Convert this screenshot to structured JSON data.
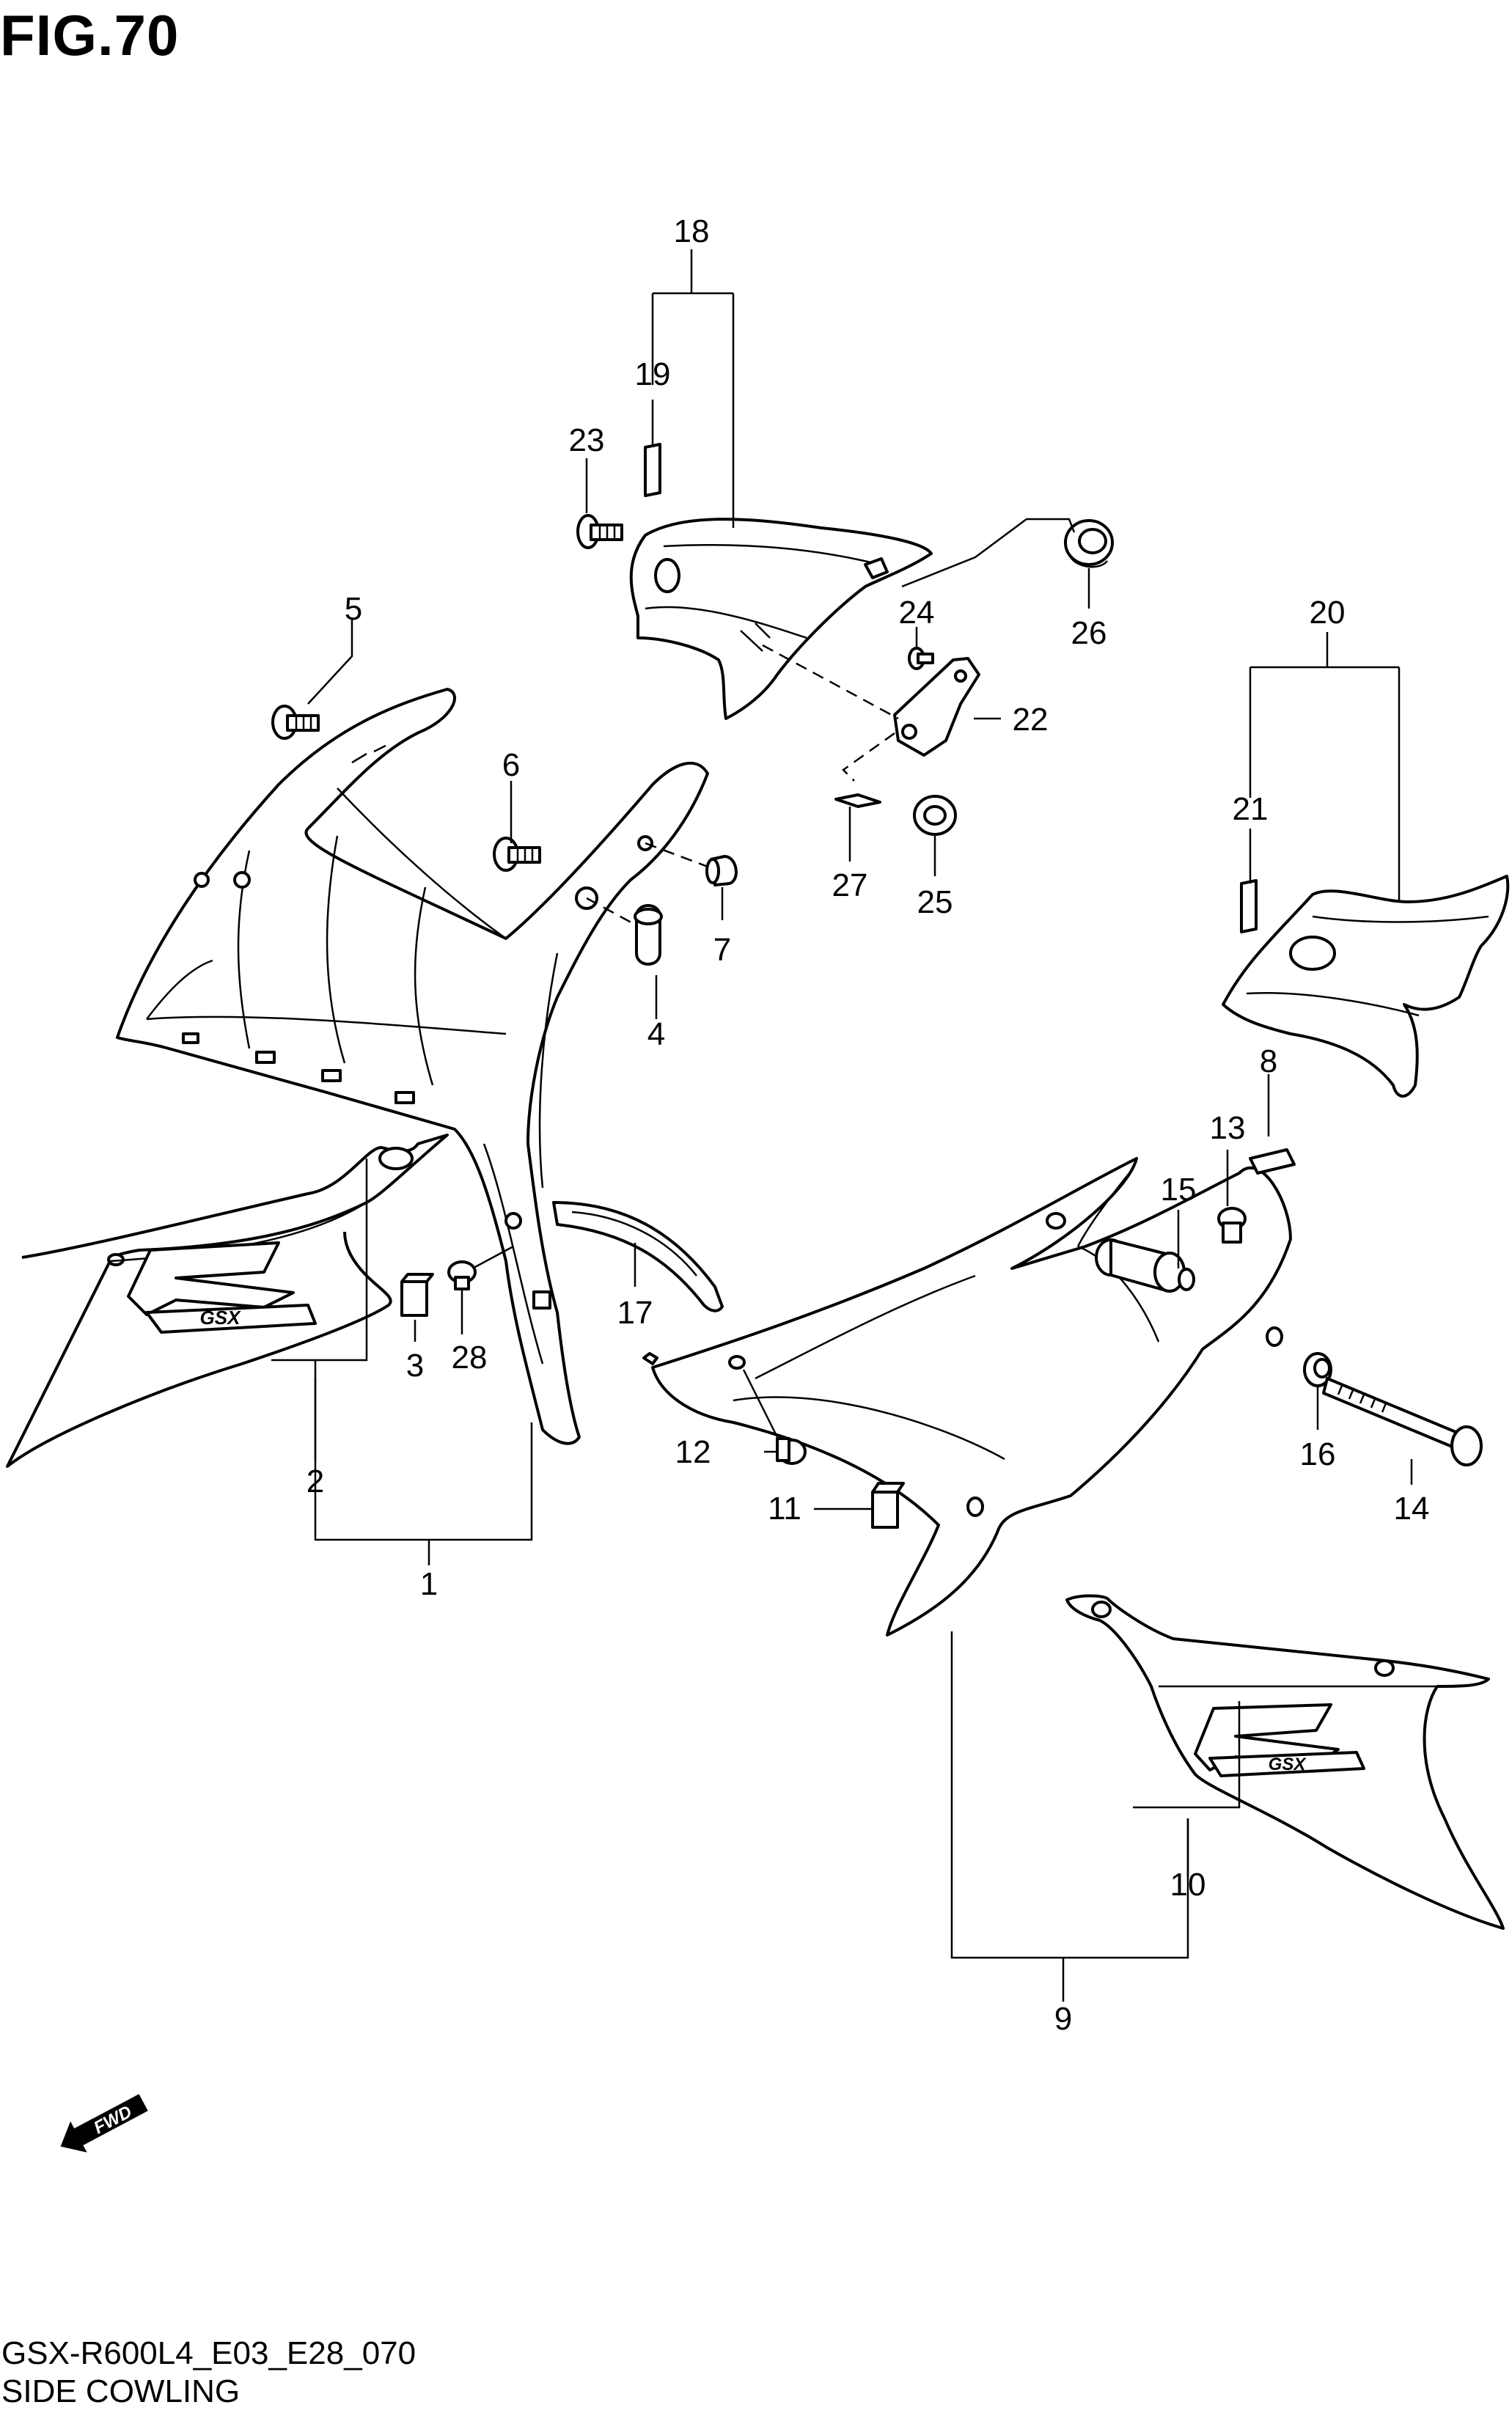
{
  "figure": {
    "title": "FIG.70",
    "code": "GSX-R600L4_E03_E28_070",
    "name": "SIDE COWLING"
  },
  "callouts": [
    "1",
    "2",
    "3",
    "4",
    "5",
    "6",
    "7",
    "8",
    "9",
    "10",
    "11",
    "12",
    "13",
    "14",
    "15",
    "16",
    "17",
    "18",
    "19",
    "20",
    "21",
    "22",
    "23",
    "24",
    "25",
    "26",
    "27",
    "28"
  ],
  "decals": {
    "logo_upper": "R",
    "logo_lower": "GSX"
  },
  "fwd_arrow": "FWD"
}
